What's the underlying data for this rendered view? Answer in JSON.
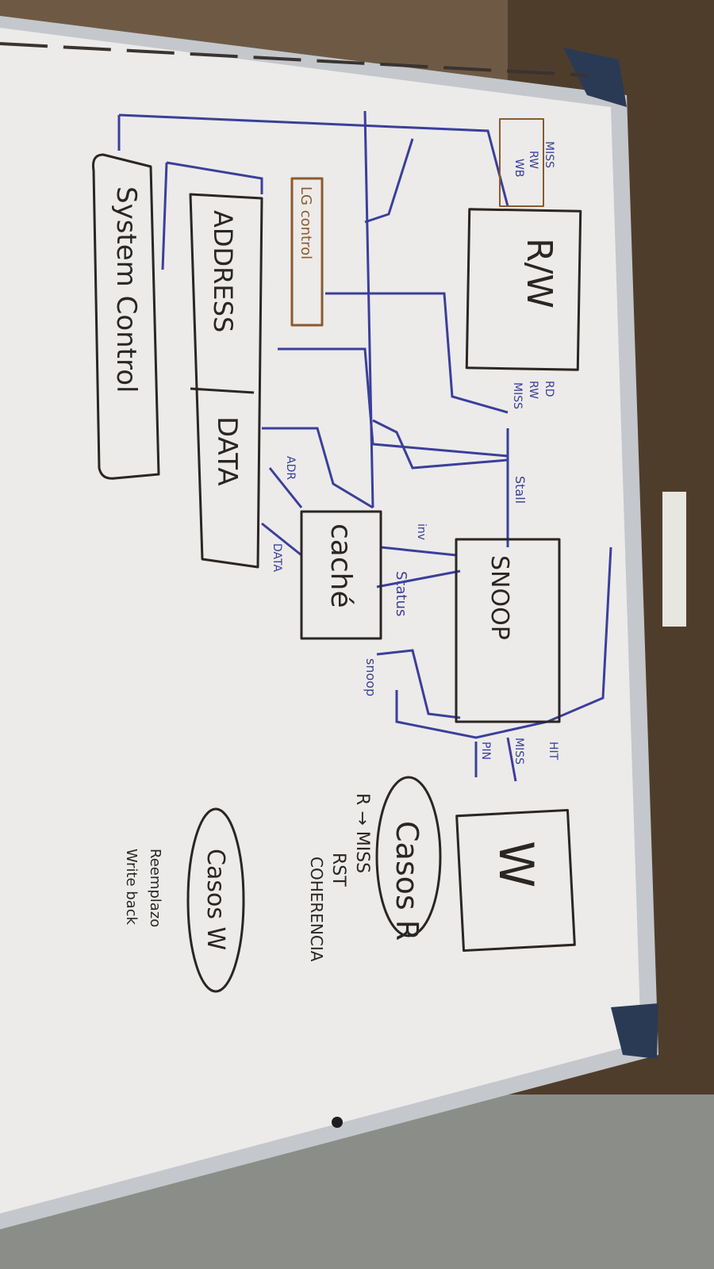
{
  "colors": {
    "board": "#ecebea",
    "frame": "#b9bcc2",
    "wall": "#6e5a44",
    "marker_black": "#2b2622",
    "marker_blue": "#3b3f9a",
    "marker_brown": "#8b5a2b"
  },
  "blocks": {
    "rw": "R/W",
    "snoop": "SNOOP",
    "cache": "caché",
    "w": "W",
    "address": "ADDRESS",
    "data": "DATA",
    "system_control": "System Control",
    "lg_control": "LG control"
  },
  "signals": {
    "miss": "MISS",
    "rw": "RW",
    "wb": "WB",
    "rd": "RD",
    "hit": "HIT",
    "pin": "PIN",
    "status": "Status",
    "snoop": "snoop",
    "inv": "inv",
    "adr": "ADR",
    "data": "DATA",
    "stall": "Stall"
  },
  "notes": {
    "casos_r": "Casos R",
    "r_miss": "R → MISS",
    "rst": "RST",
    "coherencia": "COHERENCIA",
    "casos_w": "Casos W",
    "reemplazo": "Reemplazo",
    "write_back": "Write back"
  }
}
